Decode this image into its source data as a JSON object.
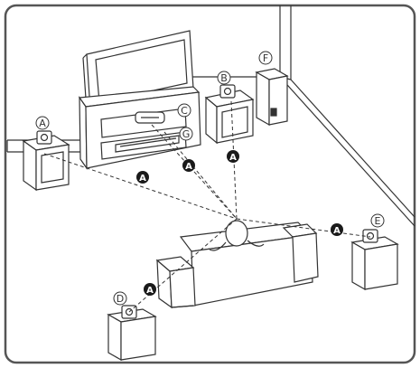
{
  "colors": {
    "line": "#333333",
    "background": "#ffffff",
    "frame": "#555555",
    "marker": "#1a1a1a"
  },
  "labels": {
    "a": "A",
    "b": "B",
    "c": "C",
    "d": "D",
    "e": "E",
    "f": "F",
    "g": "G"
  },
  "distance_marker": "A"
}
